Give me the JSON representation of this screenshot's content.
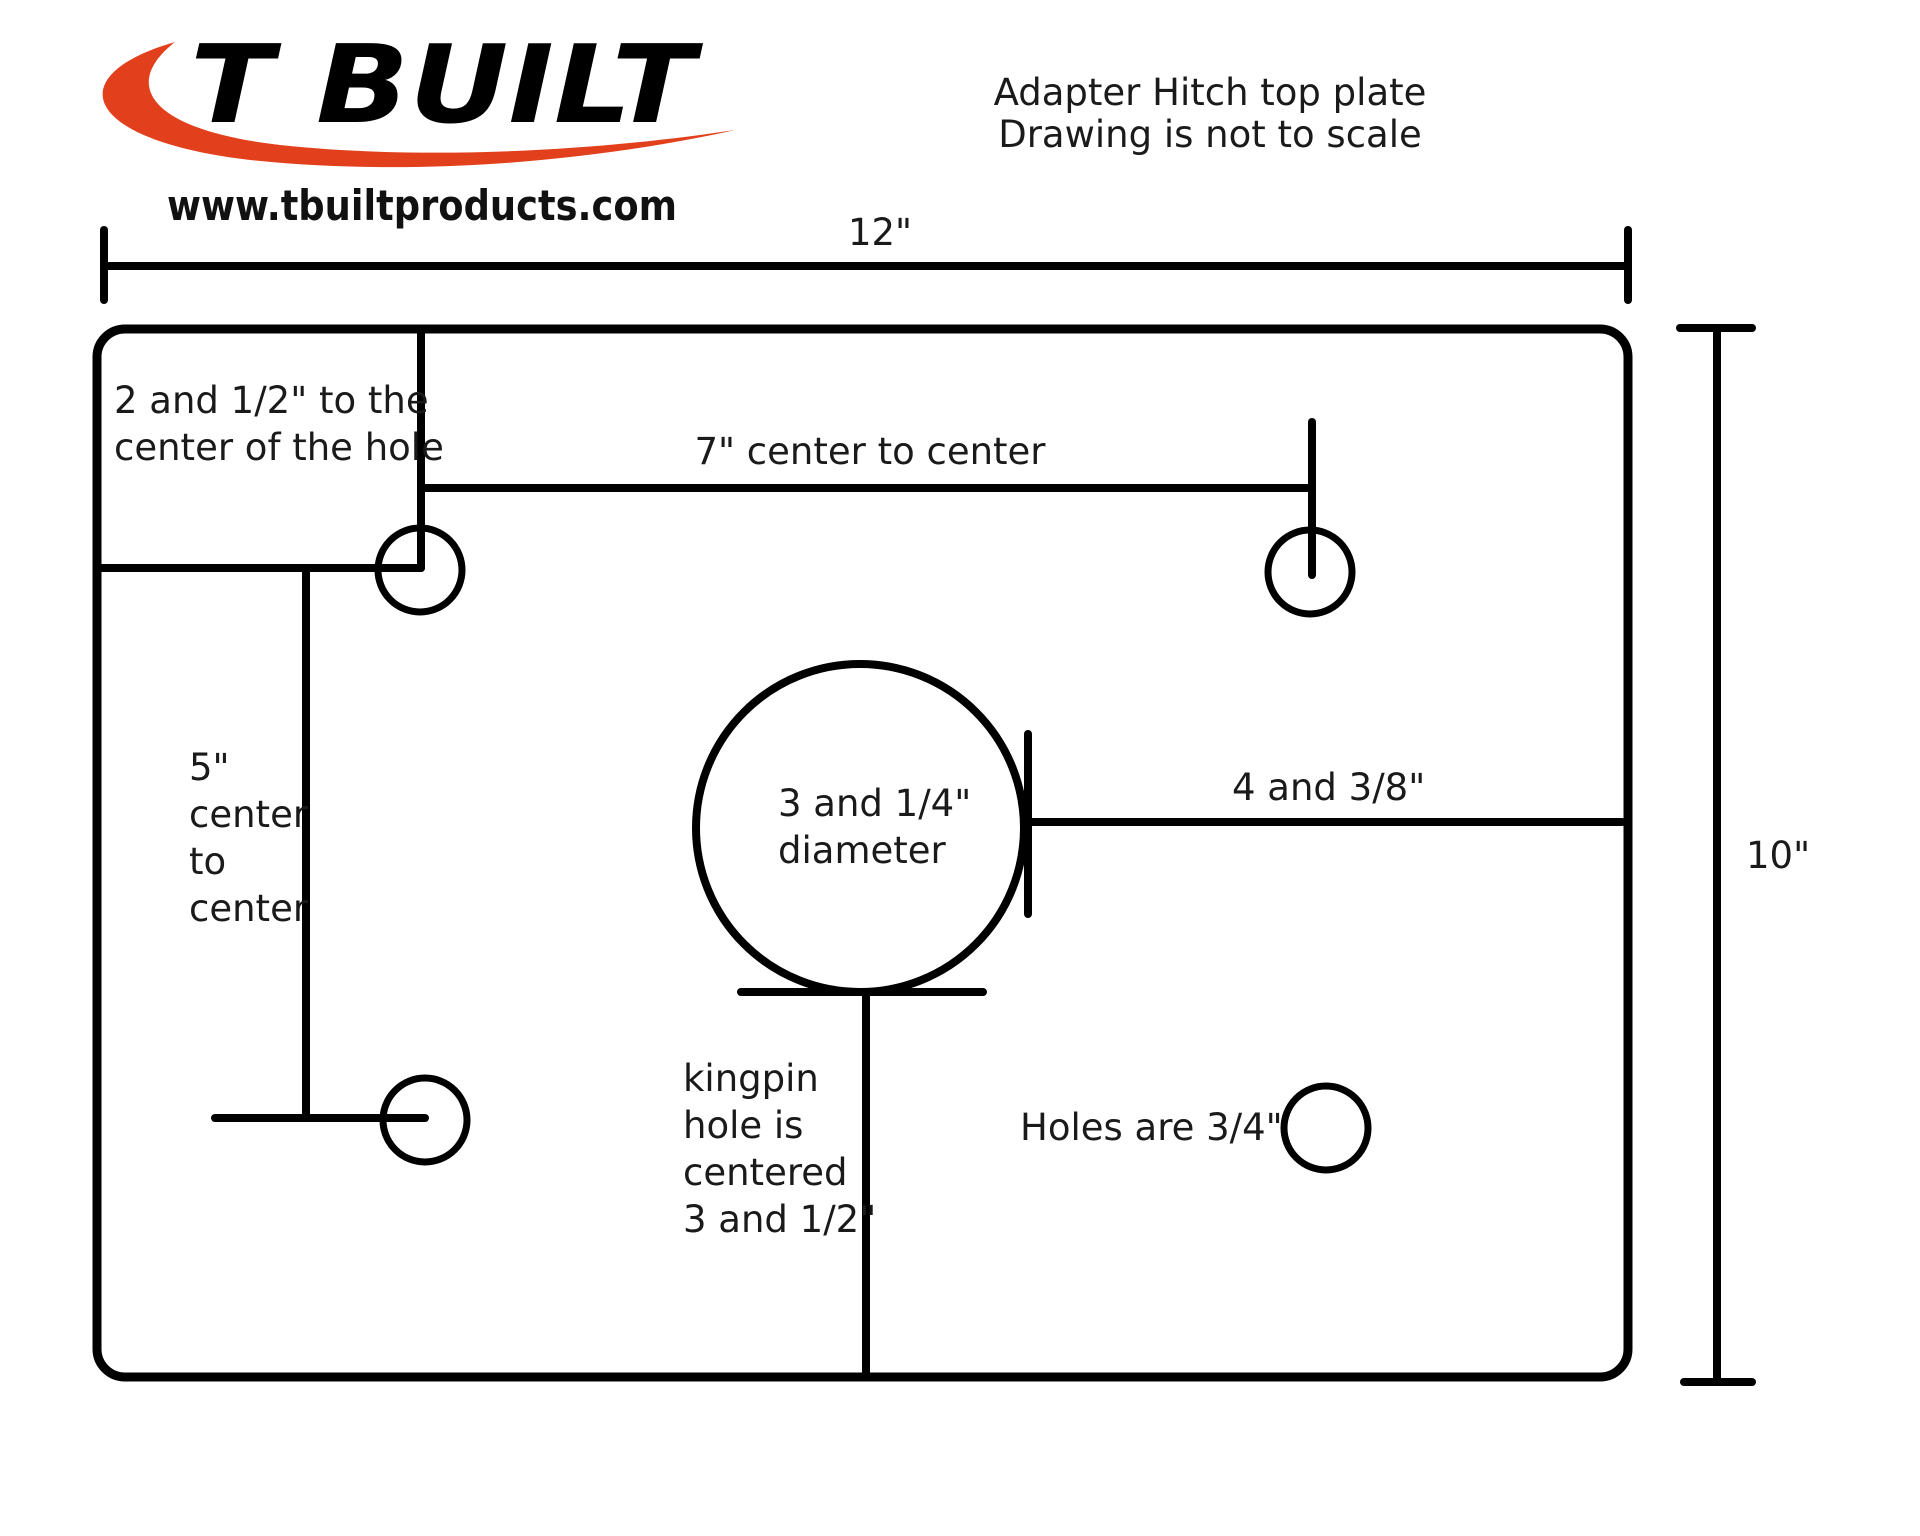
{
  "brand": {
    "logo_text": "T BUILT",
    "website": "www.tbuiltproducts.com",
    "swoosh_color": "#e2401c"
  },
  "header": {
    "title": "Adapter Hitch top plate",
    "subtitle": "Drawing is not to scale"
  },
  "dimensions": {
    "width": "12\"",
    "height": "10\"",
    "corner_offset": [
      "2 and 1/2\" to the",
      "center of the hole"
    ],
    "horizontal_spacing": "7\" center to center",
    "vertical_spacing": [
      "5\"",
      "center",
      "to",
      "center"
    ],
    "kingpin_diameter": [
      "3 and 1/4\"",
      "diameter"
    ],
    "kingpin_edge_offset": "4 and 3/8\"",
    "kingpin_center_offset": [
      "kingpin",
      "hole is",
      "centered",
      "3 and 1/2\""
    ],
    "bolt_holes": "Holes are 3/4\""
  }
}
